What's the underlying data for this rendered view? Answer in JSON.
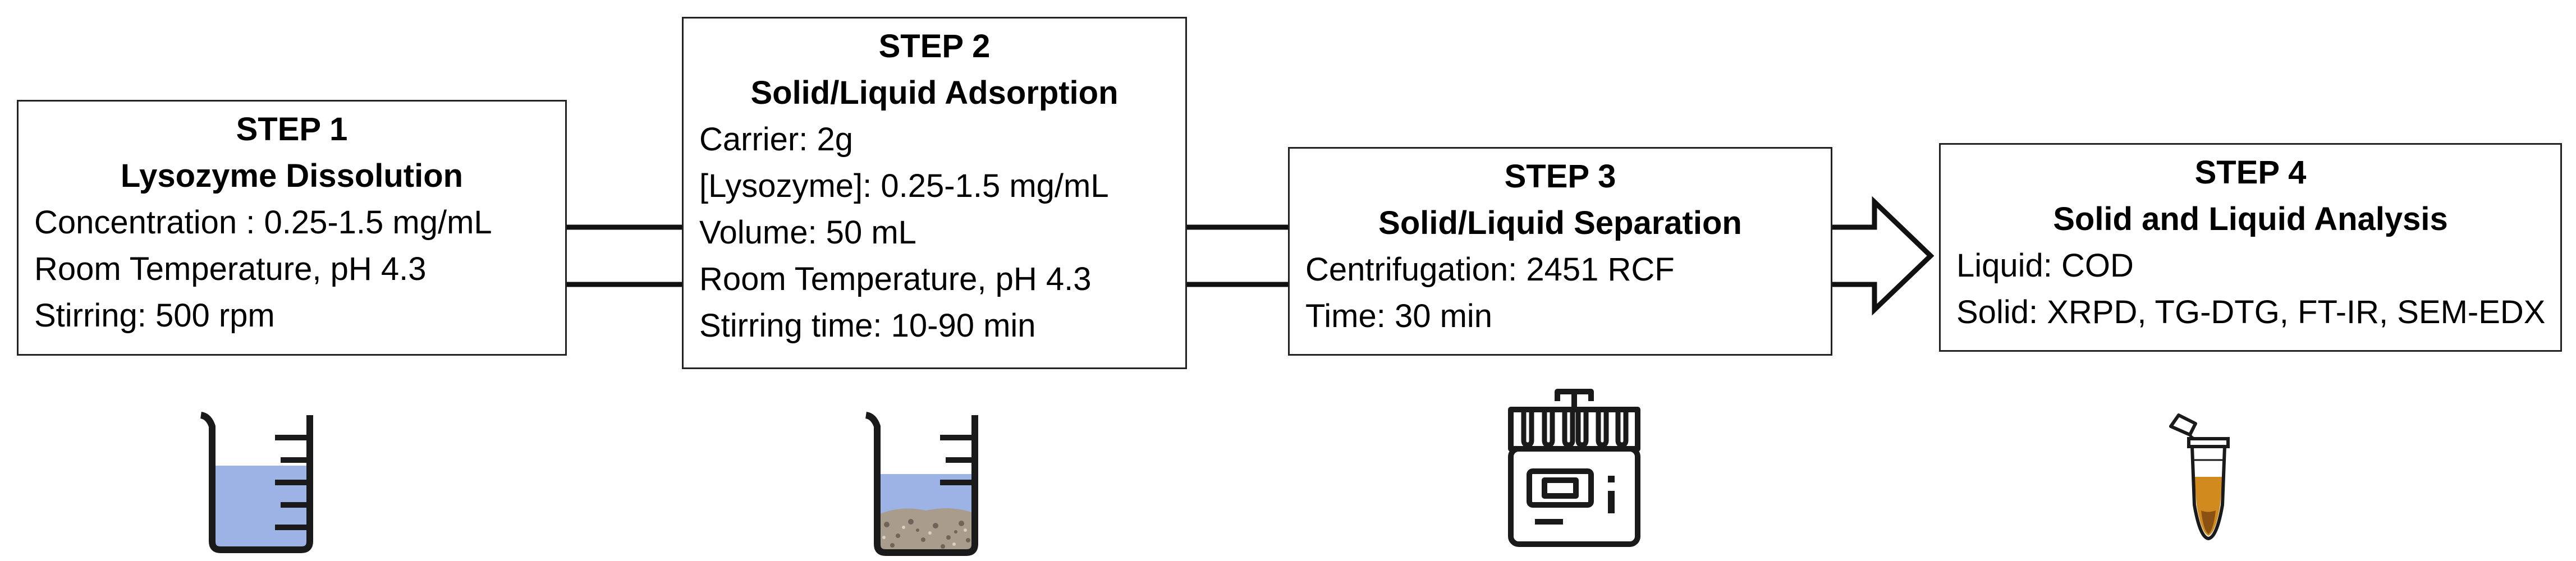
{
  "steps": [
    {
      "title": "STEP 1",
      "subtitle": "Lysozyme Dissolution",
      "lines": [
        "Concentration : 0.25-1.5 mg/mL",
        "Room Temperature, pH 4.3",
        "Stirring: 500 rpm"
      ],
      "icon": "beaker-with-liquid-icon"
    },
    {
      "title": "STEP 2",
      "subtitle": "Solid/Liquid Adsorption",
      "lines": [
        "Carrier: 2g",
        "[Lysozyme]: 0.25-1.5 mg/mL",
        "Volume: 50 mL",
        "Room Temperature, pH 4.3",
        "Stirring time: 10-90 min"
      ],
      "icon": "beaker-with-solid-icon"
    },
    {
      "title": "STEP 3",
      "subtitle": "Solid/Liquid Separation",
      "lines": [
        "Centrifugation:  2451 RCF",
        "Time: 30 min"
      ],
      "icon": "centrifuge-icon"
    },
    {
      "title": "STEP 4",
      "subtitle": "Solid and Liquid Analysis",
      "lines": [
        "Liquid: COD",
        "Solid: XRPD, TG-DTG, FT-IR, SEM-EDX"
      ],
      "icon": "sample-tube-icon"
    }
  ],
  "colors": {
    "border": "#222222",
    "liquid": "#9db3e6",
    "gravel": "#a89c8c",
    "tube_sample": "#d08a1e"
  }
}
